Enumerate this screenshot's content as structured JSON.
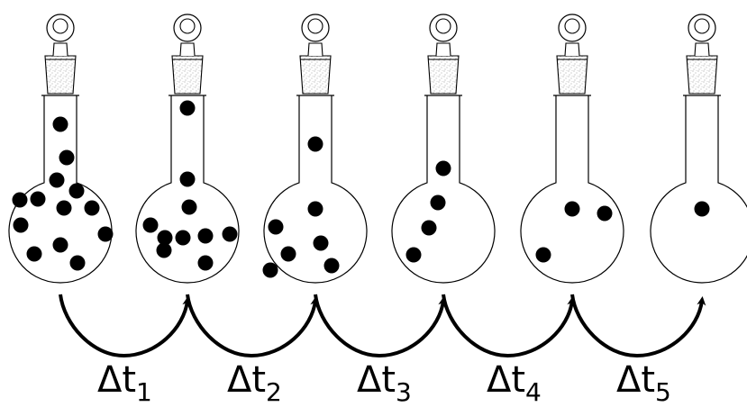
{
  "diagram": {
    "flasks": [
      {
        "molecules": 13
      },
      {
        "molecules": 10
      },
      {
        "molecules": 7
      },
      {
        "molecules": 4
      },
      {
        "molecules": 3
      },
      {
        "molecules": 1
      }
    ],
    "intervals": [
      {
        "delta": "Δt",
        "sub": "1"
      },
      {
        "delta": "Δt",
        "sub": "2"
      },
      {
        "delta": "Δt",
        "sub": "3"
      },
      {
        "delta": "Δt",
        "sub": "4"
      },
      {
        "delta": "Δt",
        "sub": "5"
      }
    ]
  }
}
